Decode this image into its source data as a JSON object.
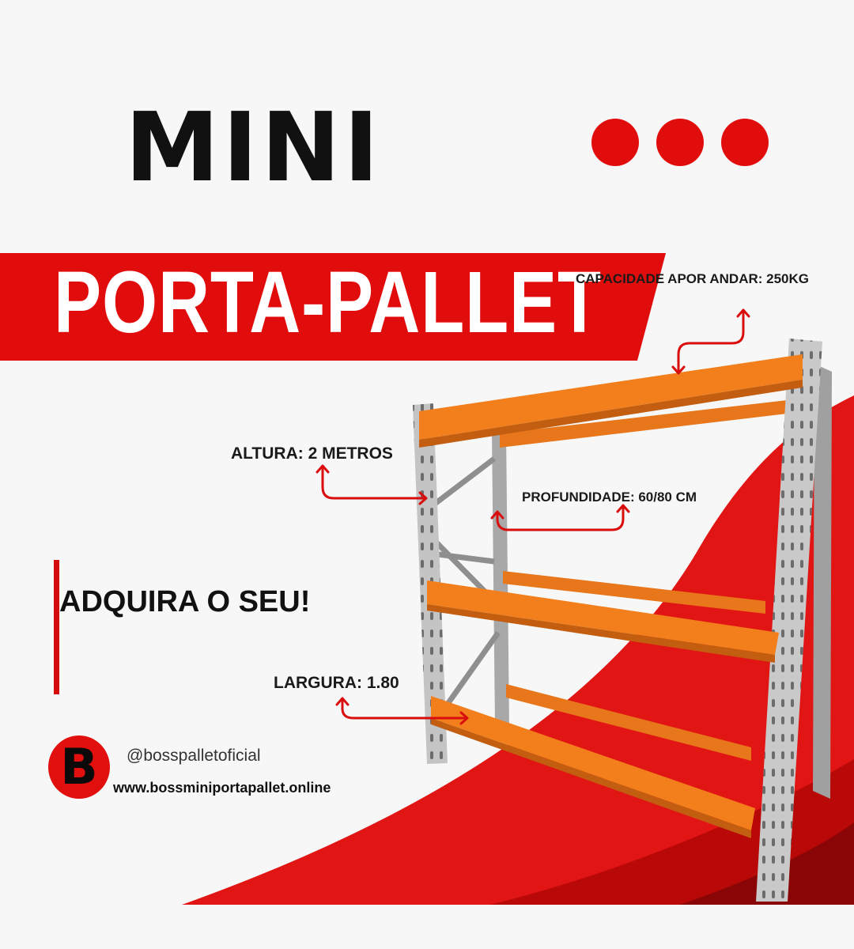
{
  "title": {
    "mini": "MINI",
    "banner": "PORTA-PALLET"
  },
  "specs": {
    "capacity": "CAPACIDADE APOR ANDAR: 250KG",
    "height": "ALTURA: 2 METROS",
    "depth": "PROFUNDIDADE: 60/80 CM",
    "width": "LARGURA: 1.80"
  },
  "cta": "ADQUIRA O SEU!",
  "brand": {
    "logo_letter": "B",
    "handle": "@bosspalletoficial",
    "website": "www.bossminiportapallet.online"
  },
  "icons": [
    "rack-illustration",
    "arrow-icon"
  ],
  "colors": {
    "accent_red": "#e10d0d",
    "dark_red": "#b80808",
    "beam_orange": "#f07d1a",
    "frame_gray": "#b9b9b9",
    "text_dark": "#111111",
    "background": "#f7f7f7"
  }
}
